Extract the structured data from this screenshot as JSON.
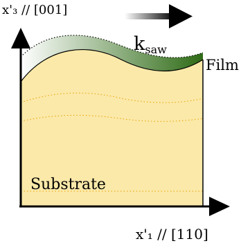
{
  "axes": {
    "vertical_label": "x'₃ // [001]",
    "horizontal_label": "x'₁ // [110]"
  },
  "wave_vector": {
    "label_main": "k",
    "label_sub": "saw"
  },
  "layers": {
    "film_label": "Film",
    "substrate_label": "Substrate"
  },
  "colors": {
    "substrate_fill": "#fbe9a9",
    "film_dark": "#2f6b16",
    "film_light": "#ffffff",
    "dotted_lines": "#e8a000",
    "axis": "#000000"
  }
}
